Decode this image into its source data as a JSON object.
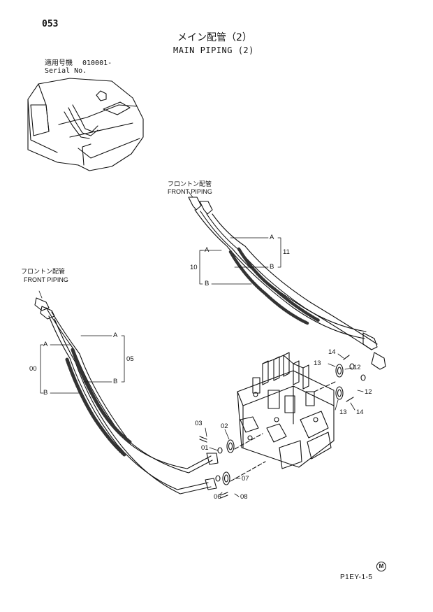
{
  "header": {
    "page_no": "053",
    "title_jp": "メイン配管（2）",
    "title_en": "MAIN PIPING (2)",
    "serial_label_jp": "適用号機",
    "serial_value": "010001-",
    "serial_label_en": "Serial No."
  },
  "callouts": {
    "front_piping_right": {
      "jp": "フロントン配管",
      "en": "FRONT PIPING"
    },
    "front_piping_left": {
      "jp": "フロントン配管",
      "en": "FRONT PIPING"
    }
  },
  "labels": {
    "A": "A",
    "B": "B"
  },
  "parts": {
    "p00": "00",
    "p01": "01",
    "p02": "02",
    "p03": "03",
    "p05": "05",
    "p06": "06",
    "p07": "07",
    "p08": "08",
    "p10": "10",
    "p11": "11",
    "p12a": "12",
    "p12b": "12",
    "p13a": "13",
    "p13b": "13",
    "p14a": "14",
    "p14b": "14"
  },
  "footer": {
    "doc_code": "P1EY-1-5",
    "mark": "M"
  }
}
